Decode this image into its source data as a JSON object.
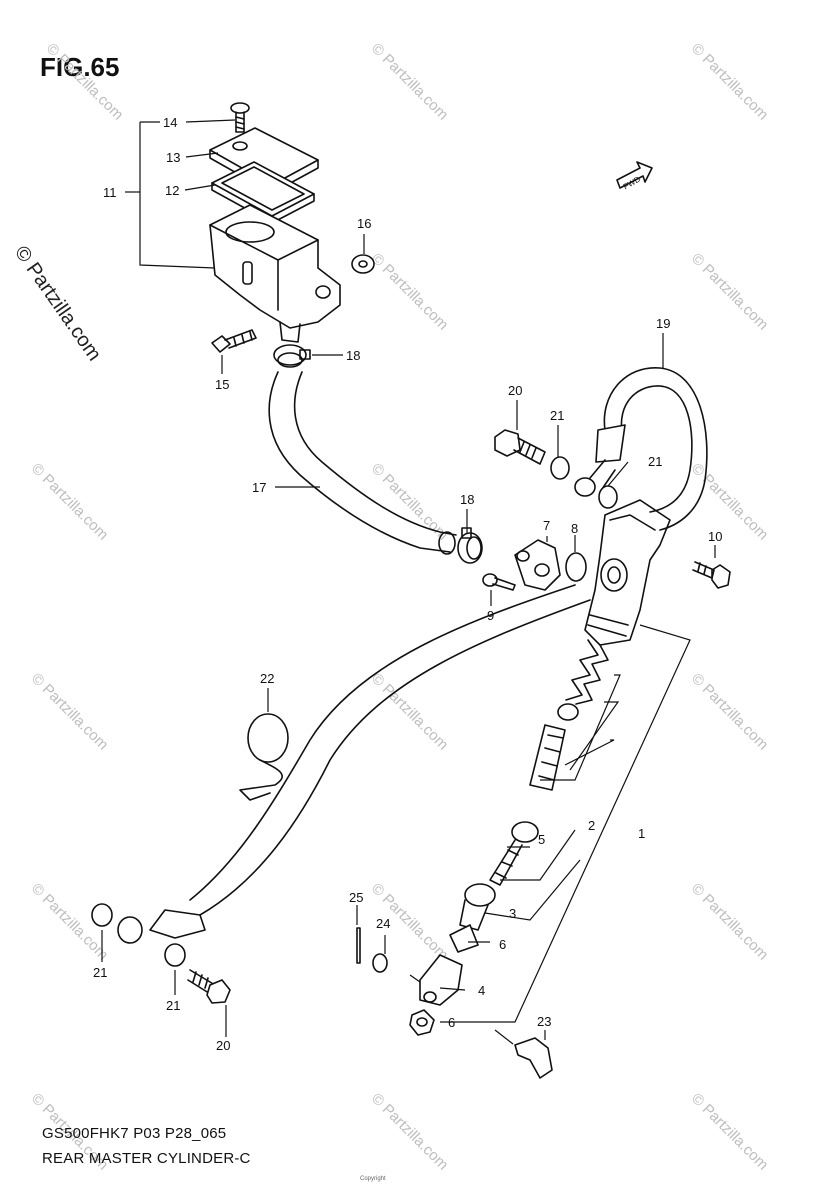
{
  "figure": {
    "title": "FIG.65",
    "model_code": "GS500FHK7 P03 P28_065",
    "caption": "REAR MASTER CYLINDER-C",
    "copyright_note": "Copyright",
    "fwd_label": "FWD"
  },
  "watermarks": {
    "text": "© Partzilla.com",
    "main": "© Partzilla.com"
  },
  "callouts": [
    {
      "id": "1",
      "label": "1"
    },
    {
      "id": "2",
      "label": "2"
    },
    {
      "id": "3",
      "label": "3"
    },
    {
      "id": "4",
      "label": "4"
    },
    {
      "id": "5",
      "label": "5"
    },
    {
      "id": "6a",
      "label": "6"
    },
    {
      "id": "6b",
      "label": "6"
    },
    {
      "id": "7",
      "label": "7"
    },
    {
      "id": "8",
      "label": "8"
    },
    {
      "id": "9",
      "label": "9"
    },
    {
      "id": "10",
      "label": "10"
    },
    {
      "id": "11",
      "label": "11"
    },
    {
      "id": "12",
      "label": "12"
    },
    {
      "id": "13",
      "label": "13"
    },
    {
      "id": "14",
      "label": "14"
    },
    {
      "id": "15",
      "label": "15"
    },
    {
      "id": "16",
      "label": "16"
    },
    {
      "id": "17",
      "label": "17"
    },
    {
      "id": "18a",
      "label": "18"
    },
    {
      "id": "18b",
      "label": "18"
    },
    {
      "id": "19",
      "label": "19"
    },
    {
      "id": "20a",
      "label": "20"
    },
    {
      "id": "20b",
      "label": "20"
    },
    {
      "id": "21a",
      "label": "21"
    },
    {
      "id": "21b",
      "label": "21"
    },
    {
      "id": "21c",
      "label": "21"
    },
    {
      "id": "21d",
      "label": "21"
    },
    {
      "id": "22",
      "label": "22"
    },
    {
      "id": "23",
      "label": "23"
    },
    {
      "id": "24",
      "label": "24"
    },
    {
      "id": "25",
      "label": "25"
    }
  ]
}
